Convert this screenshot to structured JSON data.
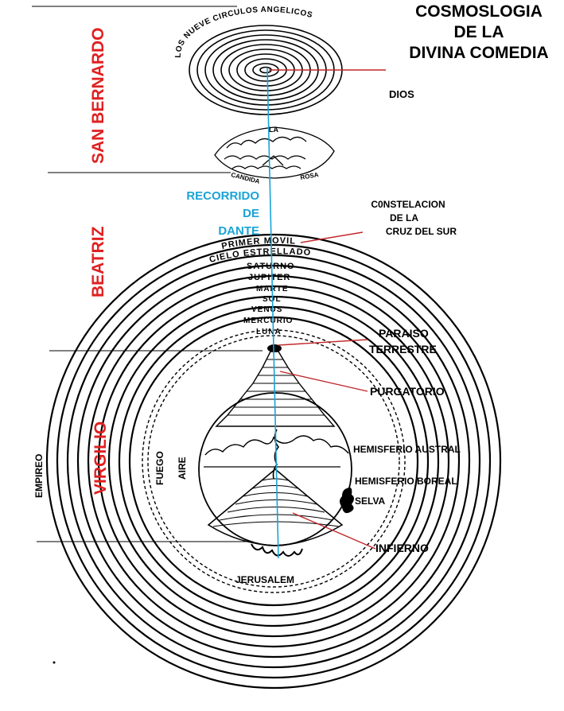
{
  "title": {
    "line1": "COSMOSLOGIA",
    "line2": "DE  LA",
    "line3": "DIVINA COMEDIA"
  },
  "guides": {
    "san_bernardo": "SAN BERNARDO",
    "beatriz": "BEATRIZ",
    "virgilio": "VIRGILIO"
  },
  "labels": {
    "dios": "DIOS",
    "recorrido_1": "RECORRIDO",
    "recorrido_2": "DE",
    "recorrido_3": "DANTE",
    "constelacion_1": "C0NSTELACION",
    "constelacion_2": "DE LA",
    "constelacion_3": "CRUZ DEL SUR",
    "paraiso_1": "PARAISO",
    "paraiso_2": "TERRESTRE",
    "purgatorio": "PURGATORIO",
    "hemisferio_austral": "HEMISFERIO AUSTRAL",
    "hemisferio_boreal": "HEMISFERIO BOREAL",
    "selva": "SELVA",
    "infierno": "INFIERNO",
    "jerusalem": "JERUSALEM",
    "empireo": "EMPIREO",
    "fuego": "FUEGO",
    "aire": "AIRE"
  },
  "drawing_text": {
    "nueve_circulos": "LOS NUEVE CIRCULOS ANGELICOS",
    "la": "LA",
    "candida": "CANDIDA",
    "rosa": "ROSA",
    "spheres": [
      "PRIMER MOVIL",
      "CIELO ESTRELLADO",
      "SATURNO",
      "JUPITER",
      "MARTE",
      "SOL",
      "VENUS",
      "MERCURIO",
      "LUNA"
    ]
  },
  "colors": {
    "guide_red": "#e02020",
    "path_cyan": "#1aa3d6",
    "ink": "#000000",
    "pointer_red": "#c0282c"
  }
}
